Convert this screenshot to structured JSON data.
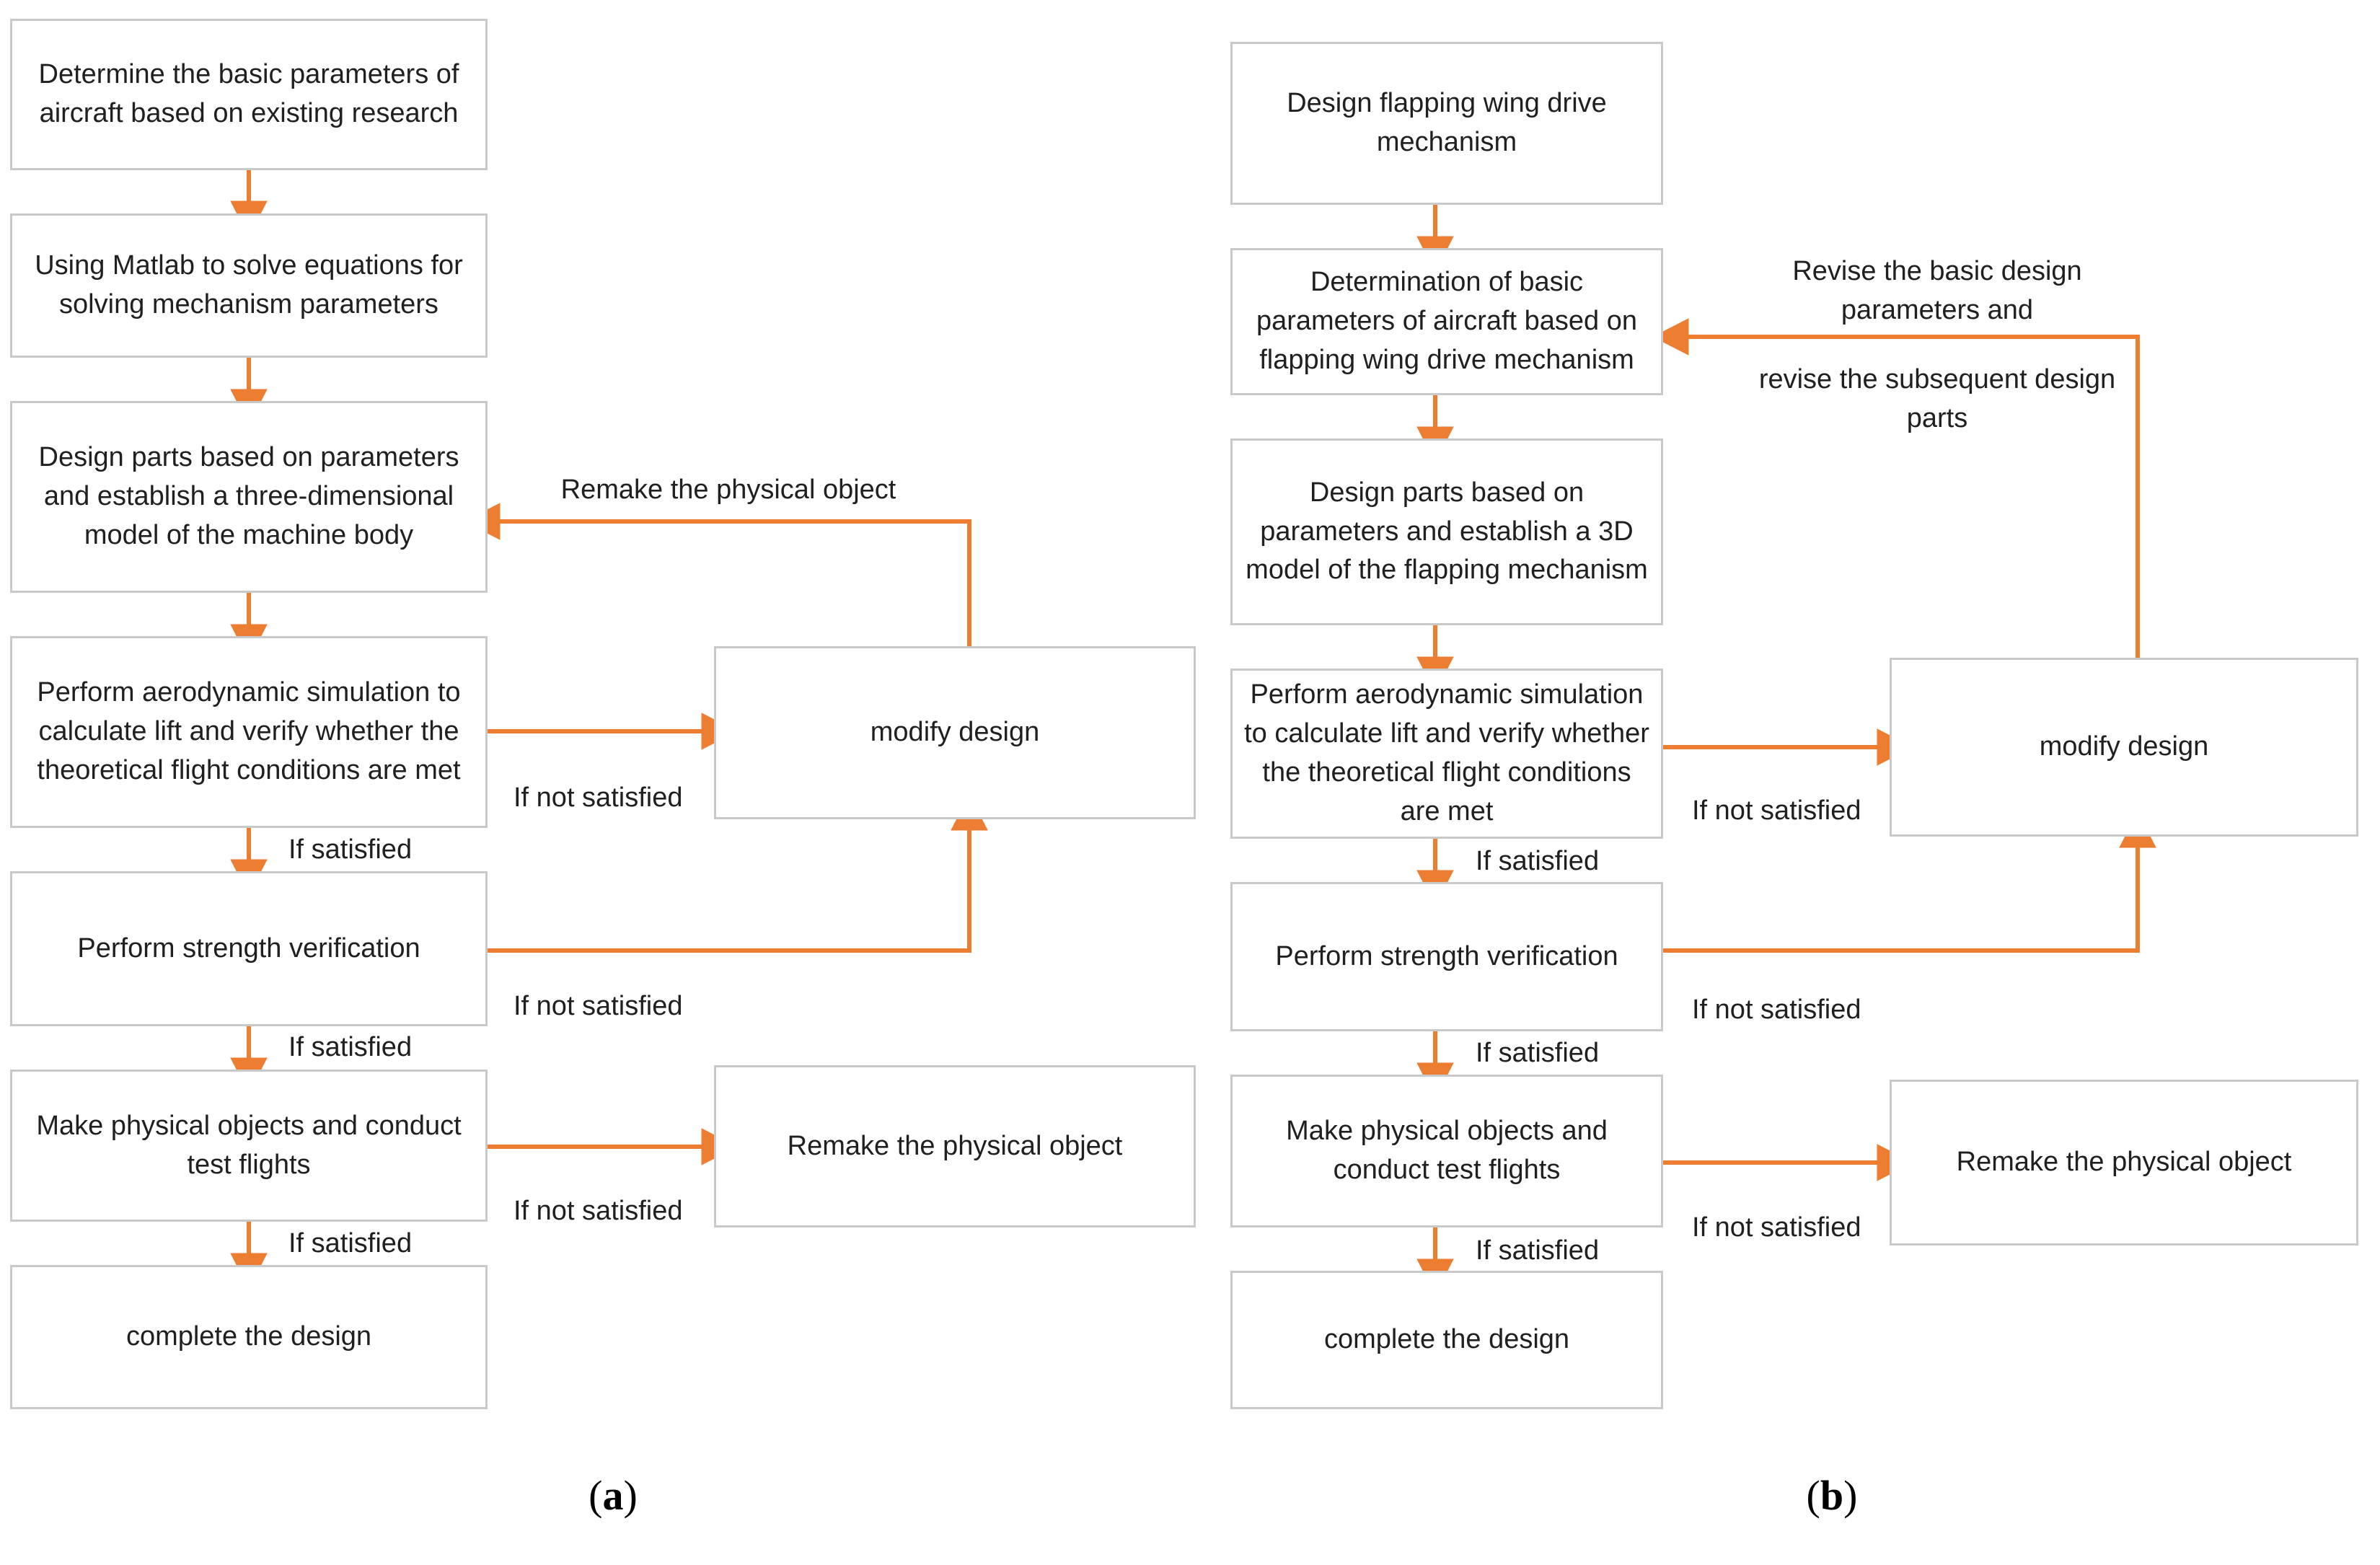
{
  "figure": {
    "type": "flowchart",
    "orange": "#ED7D31",
    "box_border": "#C9C9C9",
    "text_color": "#202020",
    "background": "#FFFFFF"
  },
  "panels": [
    {
      "id": "a",
      "caption": "(a)",
      "caption_letter": "a",
      "nodes": [
        {
          "id": "a1",
          "label": "Determine the basic parameters of aircraft based on existing research"
        },
        {
          "id": "a2",
          "label": "Using Matlab to solve equations for solving mechanism parameters"
        },
        {
          "id": "a3",
          "label": "Design parts based on parameters and establish a three-dimensional model of the machine body"
        },
        {
          "id": "a4",
          "label": "Perform aerodynamic simulation to calculate lift and verify whether the theoretical flight conditions are met"
        },
        {
          "id": "a5",
          "label": "Perform strength verification"
        },
        {
          "id": "a6",
          "label": "Make physical objects and conduct test flights"
        },
        {
          "id": "a7",
          "label": "complete the design"
        },
        {
          "id": "a8",
          "label": "modify design"
        },
        {
          "id": "a9",
          "label": "Remake the physical object"
        }
      ],
      "edge_labels": [
        {
          "id": "aL1",
          "text": "Remake the physical object"
        },
        {
          "id": "aL2",
          "text": "If not satisfied"
        },
        {
          "id": "aL3",
          "text": "If satisfied"
        },
        {
          "id": "aL4",
          "text": "If not satisfied"
        },
        {
          "id": "aL5",
          "text": "If satisfied"
        },
        {
          "id": "aL6",
          "text": "If not satisfied"
        },
        {
          "id": "aL7",
          "text": "If satisfied"
        }
      ]
    },
    {
      "id": "b",
      "caption": "(b)",
      "caption_letter": "b",
      "nodes": [
        {
          "id": "b1",
          "label": "Design flapping wing drive mechanism"
        },
        {
          "id": "b2",
          "label": "Determination of basic parameters of aircraft based on flapping wing drive mechanism"
        },
        {
          "id": "b3",
          "label": "Design parts based on parameters and establish a 3D model of the flapping mechanism"
        },
        {
          "id": "b4",
          "label": "Perform aerodynamic simulation to calculate lift and verify whether the theoretical flight conditions are met"
        },
        {
          "id": "b5",
          "label": "Perform strength verification"
        },
        {
          "id": "b6",
          "label": "Make physical objects and conduct test flights"
        },
        {
          "id": "b7",
          "label": "complete the design"
        },
        {
          "id": "b8",
          "label": "modify design"
        },
        {
          "id": "b9",
          "label": "Remake the physical object"
        }
      ],
      "edge_labels": [
        {
          "id": "bL1",
          "text": "Revise the basic design parameters and"
        },
        {
          "id": "bL2",
          "text": "revise the subsequent design parts"
        },
        {
          "id": "bL3",
          "text": "If not satisfied"
        },
        {
          "id": "bL4",
          "text": "If satisfied"
        },
        {
          "id": "bL5",
          "text": "If not satisfied"
        },
        {
          "id": "bL6",
          "text": "If satisfied"
        },
        {
          "id": "bL7",
          "text": "If not satisfied"
        },
        {
          "id": "bL8",
          "text": "If satisfied"
        }
      ]
    }
  ]
}
